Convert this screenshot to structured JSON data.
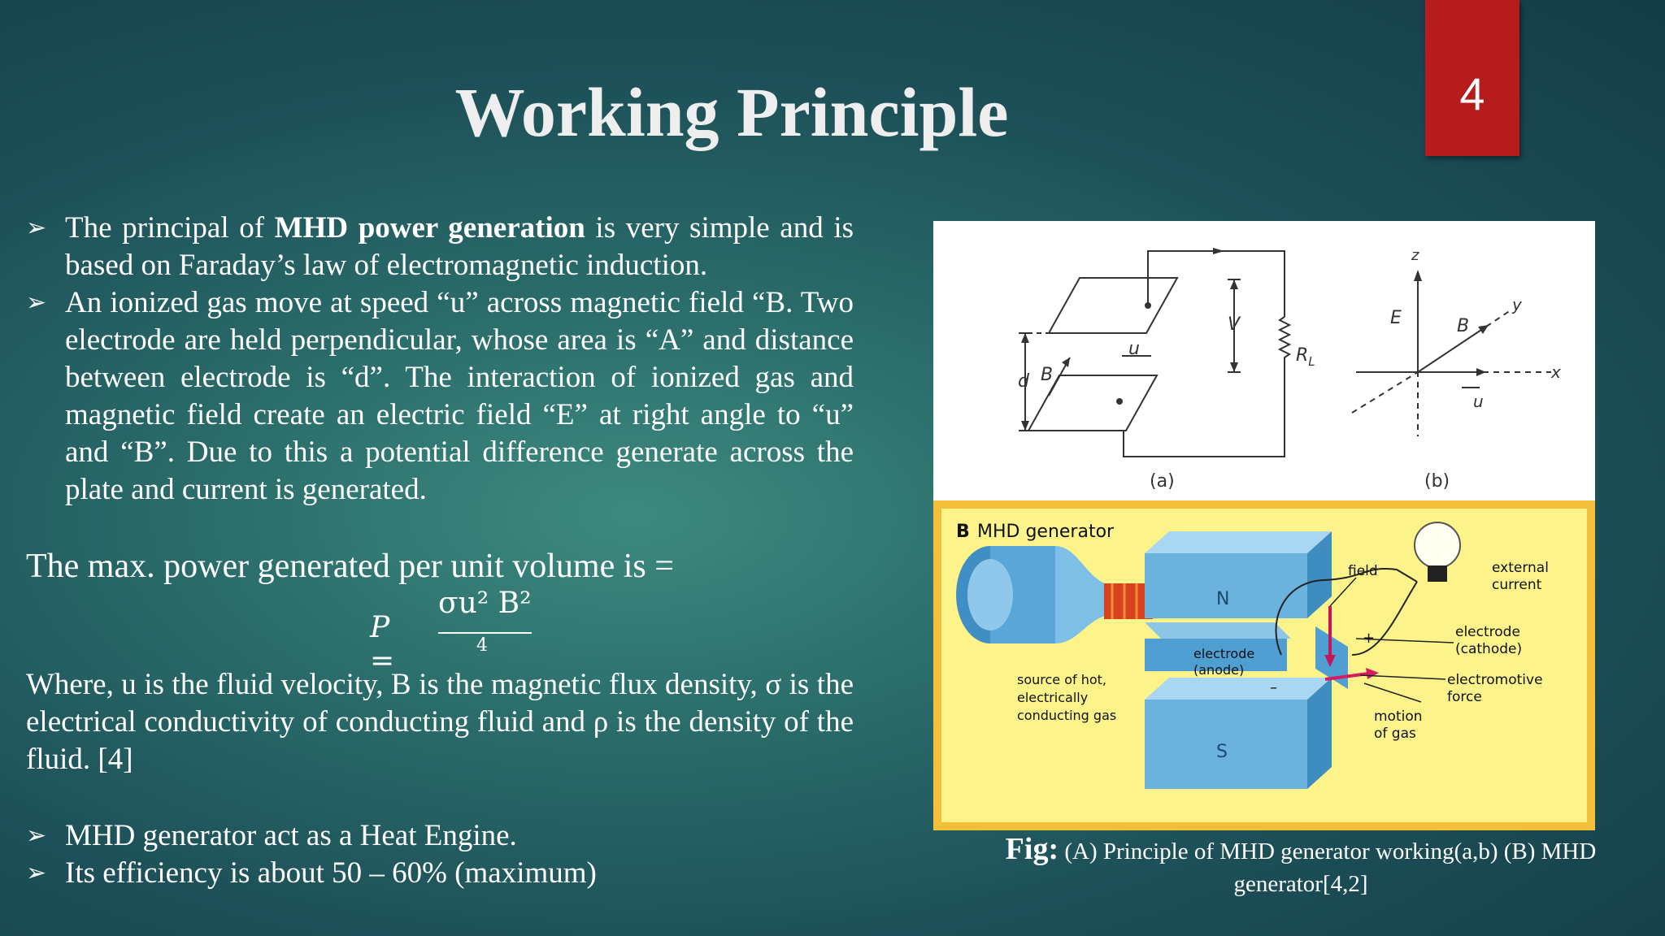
{
  "slide": {
    "title": "Working Principle",
    "page_number": "4"
  },
  "bullets": [
    {
      "pre": "The principal of ",
      "bold": "MHD power generation",
      "post": " is very simple and is based on Faraday’s law of electromagnetic induction."
    },
    {
      "text": "An ionized gas move at speed “u” across magnetic field “B. Two electrode are held perpendicular, whose area is “A” and distance between electrode is “d”. The interaction of ionized gas and magnetic field create an electric field “E” at right angle to “u” and “B”. Due to this a potential difference generate across the plate and current is generated."
    }
  ],
  "power": {
    "intro": "The max. power generated per unit volume is =",
    "lhs": "P =",
    "numerator": "σu² B²",
    "denominator": "4"
  },
  "where_text": "Where, u is the fluid velocity, B is the magnetic flux density, σ is the electrical conductivity of conducting fluid and ρ is the density of the fluid. [4]",
  "bullets2": [
    "MHD generator act as a Heat Engine.",
    "Its efficiency is about 50 – 60% (maximum)"
  ],
  "figure": {
    "label_a": "(a)",
    "label_b": "(b)",
    "top_labels": {
      "d": "d",
      "V": "V",
      "RL": "R",
      "RL_sub": "L",
      "B": "B",
      "u": "u",
      "z": "z",
      "y": "y",
      "x": "x",
      "E": "E"
    },
    "panel_b_title_letter": "B",
    "panel_b_title": "MHD generator",
    "labels": {
      "N": "N",
      "S": "S",
      "field": "field",
      "external_1": "external",
      "external_2": "current",
      "electrode_cathode_1": "electrode",
      "electrode_cathode_2": "(cathode)",
      "electrode_anode_1": "electrode",
      "electrode_anode_2": "(anode)",
      "emf_1": "electromotive",
      "emf_2": "force",
      "motion_1": "motion",
      "motion_2": "of gas",
      "source_1": "source of hot,",
      "source_2": "electrically",
      "source_3": "conducting gas",
      "plus": "+",
      "minus": "–"
    }
  },
  "caption": {
    "fig_label": "Fig:",
    "text": " (A) Principle of MHD generator working(a,b) (B)  MHD generator[4,2]"
  }
}
